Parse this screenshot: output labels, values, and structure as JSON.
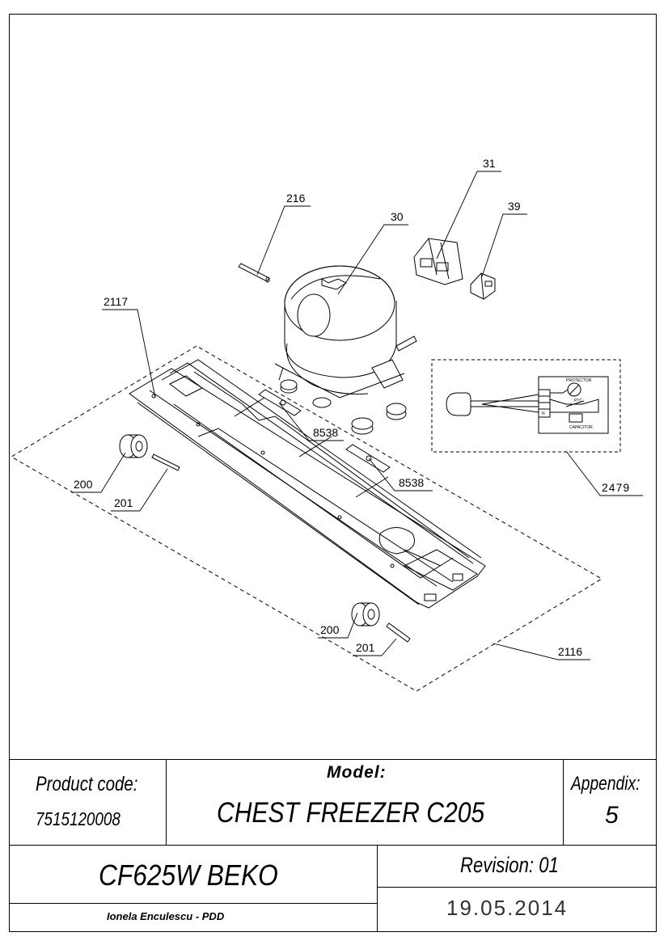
{
  "callouts": {
    "c216": "216",
    "c30": "30",
    "c31": "31",
    "c39": "39",
    "c2117": "2117",
    "c8538a": "8538",
    "c8538b": "8538",
    "c2479": "2479",
    "c200a": "200",
    "c201a": "201",
    "c200b": "200",
    "c201b": "201",
    "c2116": "2116"
  },
  "wiring_labels": {
    "protector": "PROTECTOR",
    "ptc": "PTC",
    "capacitor": "CAPACITOR",
    "terminal_n": "N"
  },
  "title_block": {
    "product_code_label": "Product code:",
    "product_code": "7515120008",
    "model_label": "Model:",
    "model": "CHEST FREEZER C205",
    "appendix_label": "Appendix:",
    "appendix": "5",
    "variant": "CF625W BEKO",
    "revision": "Revision: 01",
    "author": "Ionela Enculescu - PDD",
    "date": "19.05.2014"
  }
}
